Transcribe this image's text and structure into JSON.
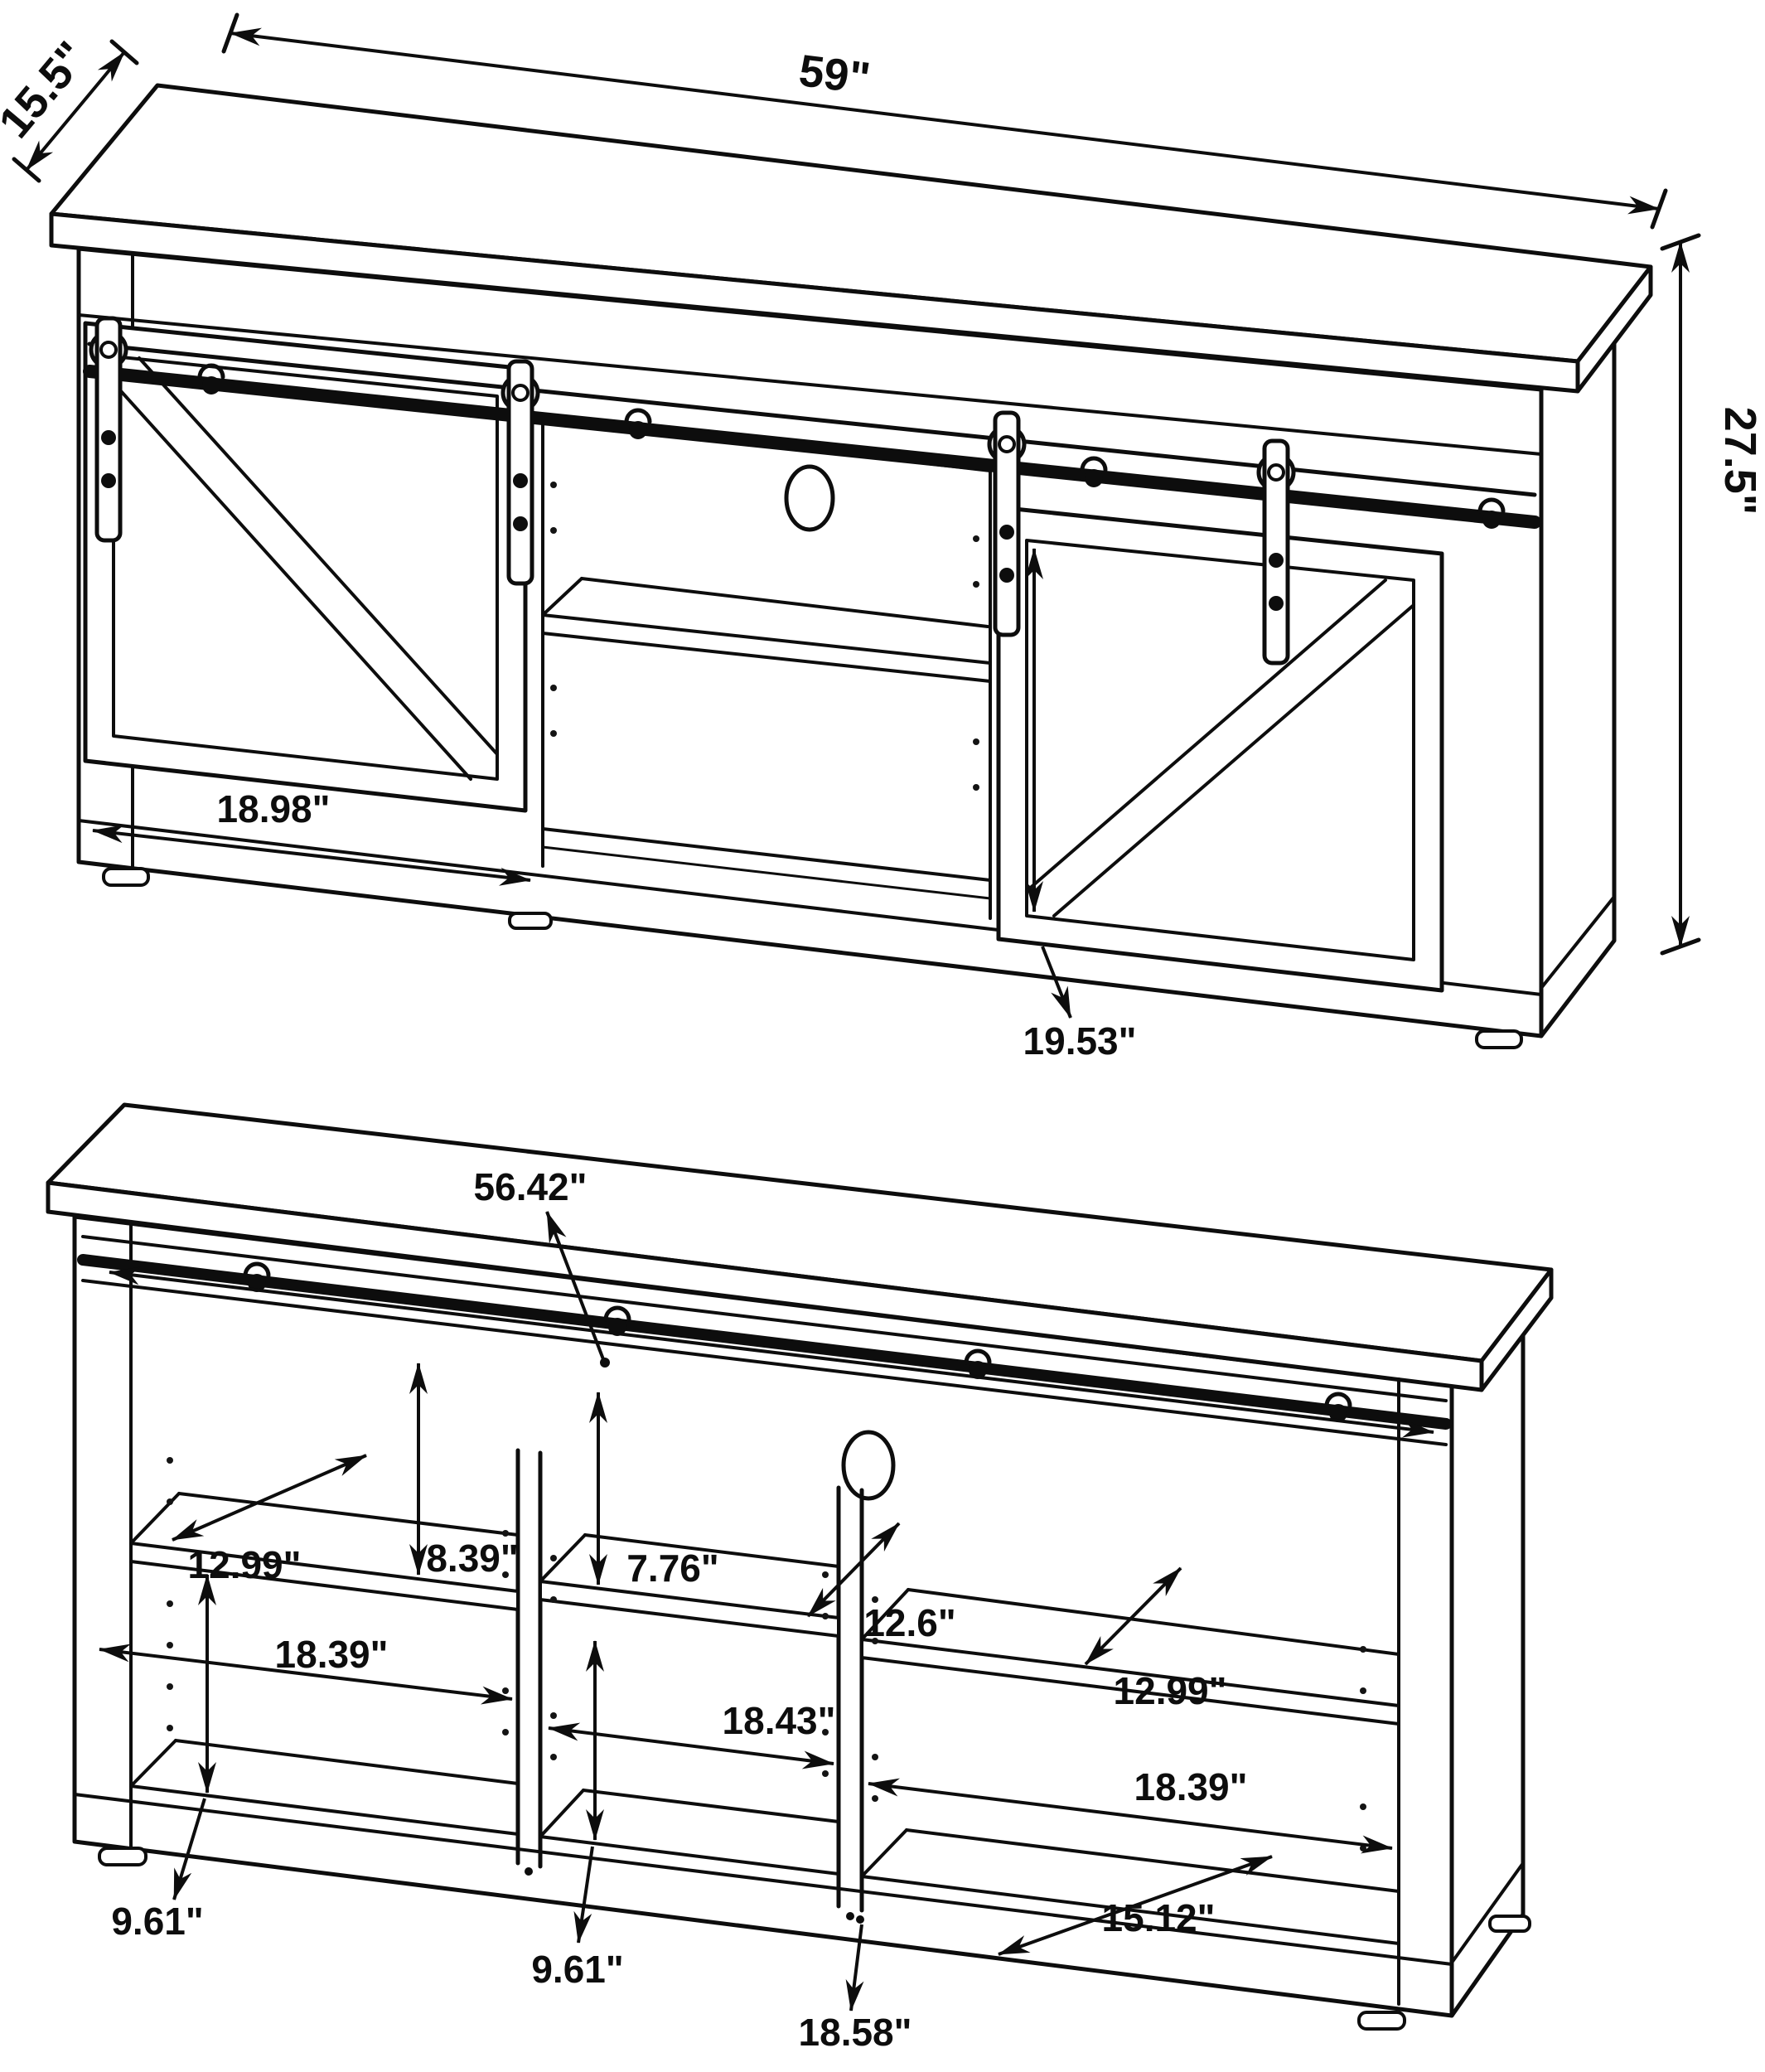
{
  "diagram": {
    "type": "furniture-dimension-drawing",
    "subject": "TV console with sliding barn doors",
    "line_color": "#0d0d0d",
    "background_color": "#ffffff"
  },
  "views": {
    "assembled": {
      "name": "assembled view with barn doors",
      "dims": {
        "depth": "15.5\"",
        "width": "59\"",
        "height": "27.5\"",
        "door_width": "18.98\"",
        "door_height": "19.53\""
      }
    },
    "open": {
      "name": "open view without doors",
      "dims": {
        "rail_length": "56.42\"",
        "left_shelf_depth": "12.99\"",
        "left_upper_height": "8.39\"",
        "left_opening_width": "18.39\"",
        "left_lower_height": "9.61\"",
        "mid_upper_height": "7.76\"",
        "mid_shelf_depth": "12.6\"",
        "mid_opening_width": "18.43\"",
        "mid_lower_height": "9.61\"",
        "right_shelf_depth": "12.99\"",
        "right_opening_width": "18.39\"",
        "right_bottom_depth": "15.12\"",
        "right_lower_height": "18.58\""
      }
    }
  }
}
